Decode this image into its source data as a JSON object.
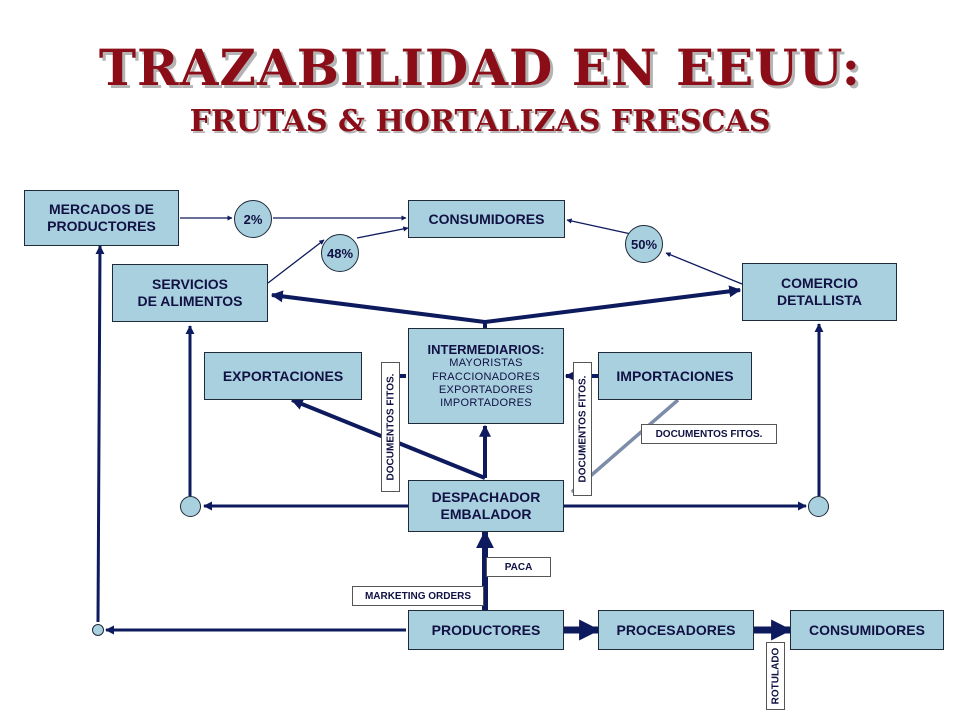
{
  "title": "TRAZABILIDAD EN EEUU:",
  "subtitle": "FRUTAS & HORTALIZAS FRESCAS",
  "colors": {
    "title": "#8b0d17",
    "box_fill": "#a9d0df",
    "arrow": "#0d1a5e"
  },
  "nodes": {
    "mercados": {
      "line1": "MERCADOS DE",
      "line2": "PRODUCTORES"
    },
    "consumidores_top": "CONSUMIDORES",
    "servicios": {
      "line1": "SERVICIOS",
      "line2": "DE ALIMENTOS"
    },
    "comercio": {
      "line1": "COMERCIO",
      "line2": "DETALLISTA"
    },
    "exportaciones": "EXPORTACIONES",
    "importaciones": "IMPORTACIONES",
    "intermediarios": {
      "head": "INTERMEDIARIOS:",
      "items": [
        "MAYORISTAS",
        "FRACCIONADORES",
        "EXPORTADORES",
        "IMPORTADORES"
      ]
    },
    "despachador": {
      "line1": "DESPACHADOR",
      "line2": "EMBALADOR"
    },
    "productores": "PRODUCTORES",
    "procesadores": "PROCESADORES",
    "consumidores_bottom": "CONSUMIDORES"
  },
  "percentages": {
    "mercados_consumidores": "2%",
    "servicios_consumidores": "48%",
    "comercio_consumidores": "50%"
  },
  "tags": {
    "documentos_left": "DOCUMENTOS FITOS.",
    "documentos_mid": "DOCUMENTOS FITOS.",
    "documentos_right": "DOCUMENTOS FITOS.",
    "paca": "PACA",
    "marketing_orders": "MARKETING ORDERS",
    "rotulado": "ROTULADO"
  }
}
